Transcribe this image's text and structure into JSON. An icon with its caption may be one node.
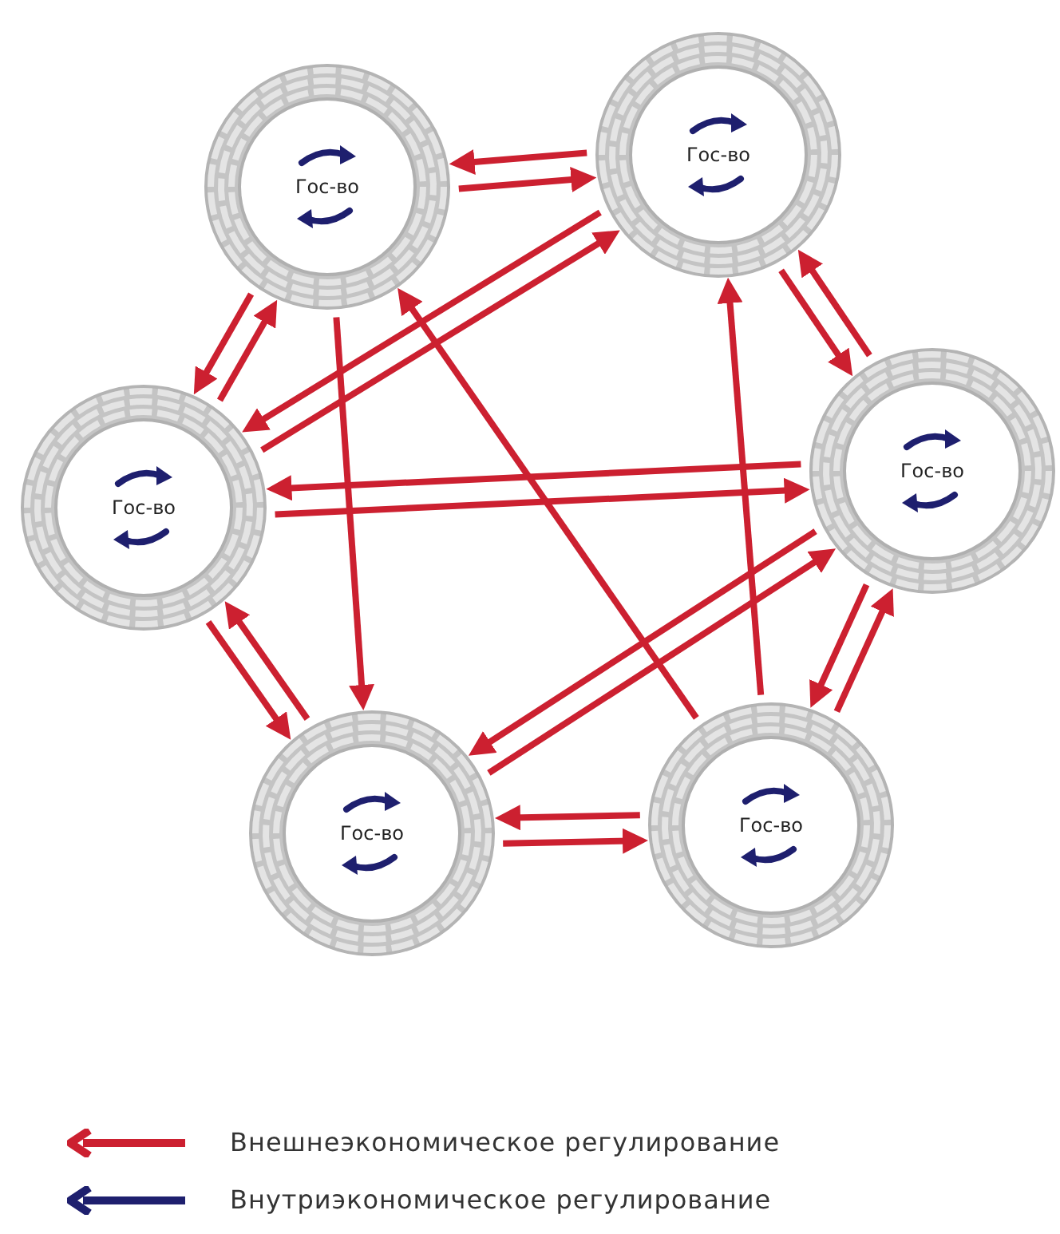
{
  "diagram": {
    "nodes": [
      {
        "text": [
          "Гос-во"
        ]
      },
      {
        "text": [
          "Гос-во"
        ]
      },
      {
        "text": [
          "Гос-во"
        ]
      },
      {
        "text": [
          "Гос-во"
        ]
      },
      {
        "text": [
          "Гос-во"
        ]
      },
      {
        "text": [
          "Гос-во"
        ]
      }
    ],
    "edges": [
      {
        "from": 0,
        "to": 1,
        "arrow": "to"
      },
      {
        "from": 1,
        "to": 0,
        "arrow": "to"
      },
      {
        "from": 1,
        "to": 3,
        "arrow": "to"
      },
      {
        "from": 3,
        "to": 1,
        "arrow": "to"
      },
      {
        "from": 3,
        "to": 5,
        "arrow": "to"
      },
      {
        "from": 5,
        "to": 3,
        "arrow": "to"
      },
      {
        "from": 4,
        "to": 5,
        "arrow": "to"
      },
      {
        "from": 5,
        "to": 4,
        "arrow": "to"
      },
      {
        "from": 2,
        "to": 4,
        "arrow": "to"
      },
      {
        "from": 4,
        "to": 2,
        "arrow": "to"
      },
      {
        "from": 2,
        "to": 0,
        "arrow": "to"
      },
      {
        "from": 0,
        "to": 2,
        "arrow": "to"
      },
      {
        "from": 2,
        "to": 1,
        "arrow": "to"
      },
      {
        "from": 1,
        "to": 2,
        "arrow": "to"
      },
      {
        "from": 0,
        "to": 4,
        "arrow": "to"
      },
      {
        "from": 5,
        "to": 0,
        "arrow": "to"
      },
      {
        "from": 5,
        "to": 1,
        "arrow": "to"
      },
      {
        "from": 2,
        "to": 3,
        "arrow": "to"
      },
      {
        "from": 3,
        "to": 2,
        "arrow": "to"
      },
      {
        "from": 4,
        "to": 3,
        "arrow": "to"
      },
      {
        "from": 3,
        "to": 4,
        "arrow": "to"
      }
    ],
    "legend": [
      {
        "text": "Внешнеэкономическое регулирование",
        "color": "#cc2030"
      },
      {
        "text": "Внутриэкономическое регулирование",
        "color": "#1e1f6e"
      }
    ]
  }
}
